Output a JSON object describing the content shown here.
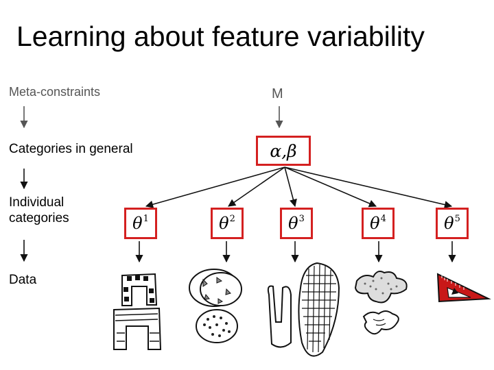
{
  "title": "Learning about feature variability",
  "levels": {
    "meta": "Meta-constraints",
    "general": "Categories in general",
    "individual": "Individual categories",
    "data": "Data"
  },
  "meta_symbol": "M",
  "hyper_node": "α,β",
  "category_nodes": [
    {
      "symbol": "θ",
      "index": "1"
    },
    {
      "symbol": "θ",
      "index": "2"
    },
    {
      "symbol": "θ",
      "index": "3"
    },
    {
      "symbol": "θ",
      "index": "4"
    },
    {
      "symbol": "θ",
      "index": "5"
    }
  ],
  "colors": {
    "node_border": "#d42020",
    "arrow": "#111111",
    "label_gray": "#555555"
  }
}
